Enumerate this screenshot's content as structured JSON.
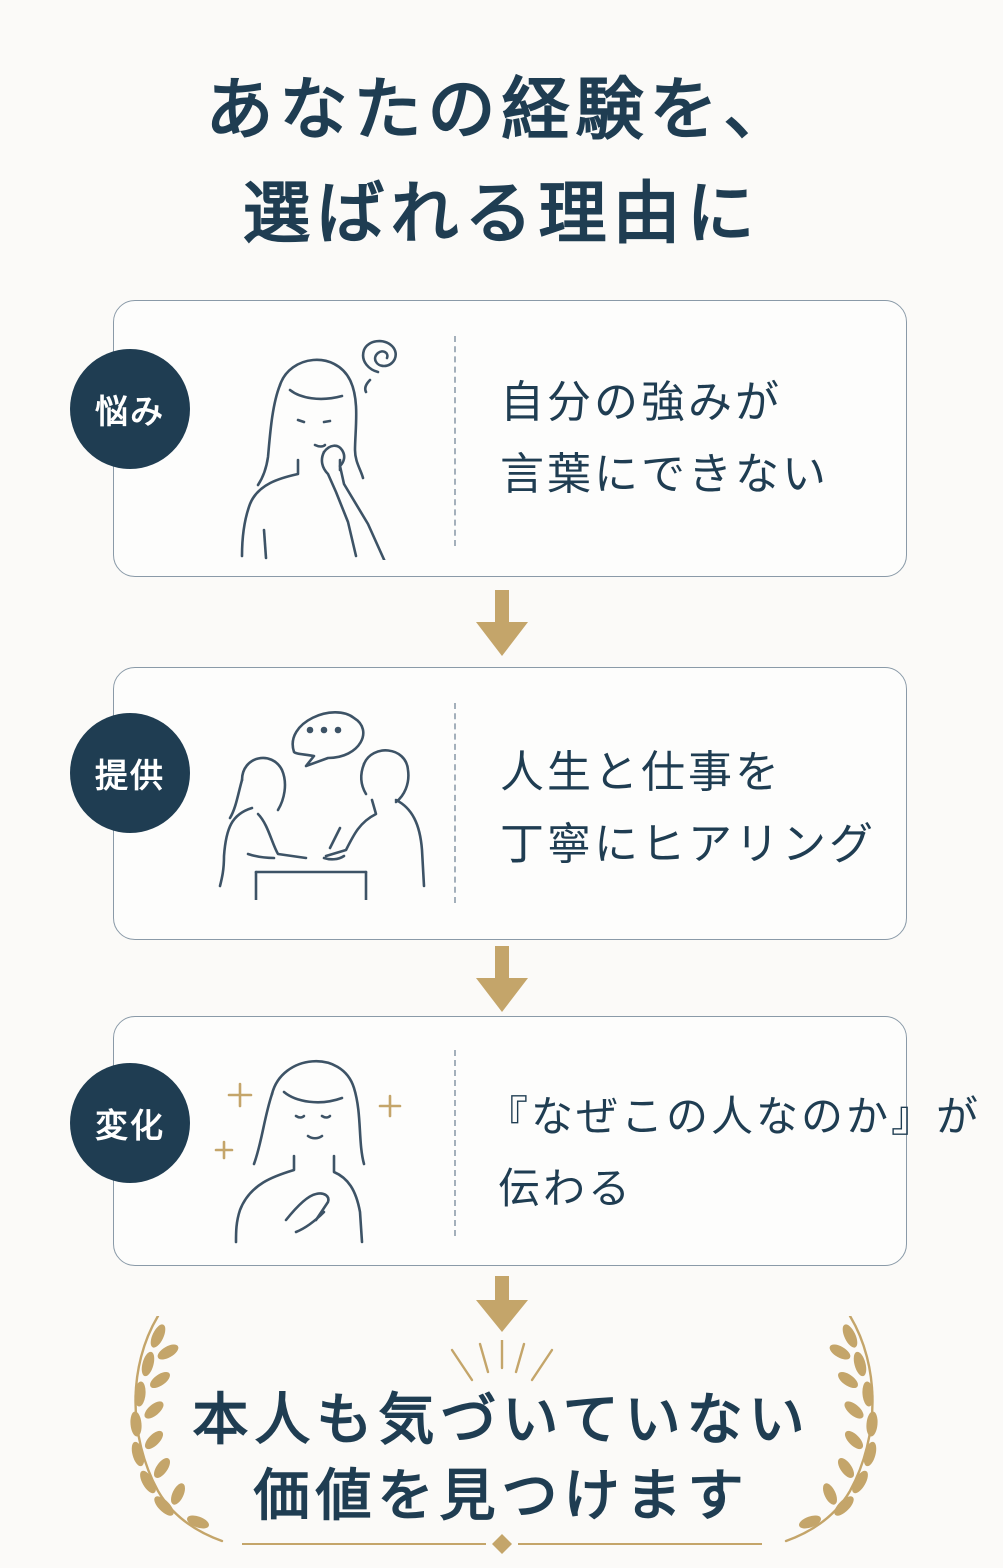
{
  "headline": {
    "line1": "あなたの経験を、",
    "line2": "選ばれる理由に"
  },
  "steps": [
    {
      "badge": "悩み",
      "line1": "自分の強みが",
      "line2": "言葉にできない"
    },
    {
      "badge": "提供",
      "line1": "人生と仕事を",
      "line2": "丁寧にヒアリング"
    },
    {
      "badge": "変化",
      "line1": "『なぜこの人なのか』が",
      "line2": "伝わる"
    }
  ],
  "conclusion": {
    "line1": "本人も気づいていない",
    "line2": "価値を見つけます"
  },
  "icons": {
    "step1": "thinking-woman-icon",
    "step2": "consultation-icon",
    "step3": "relieved-woman-icon",
    "arrow": "down-arrow-icon",
    "laurel": "laurel-wreath-icon"
  },
  "colors": {
    "navy": "#1f3d52",
    "gold": "#c4a56a",
    "background": "#fbfaf8",
    "card_border": "#8a9aa8"
  }
}
